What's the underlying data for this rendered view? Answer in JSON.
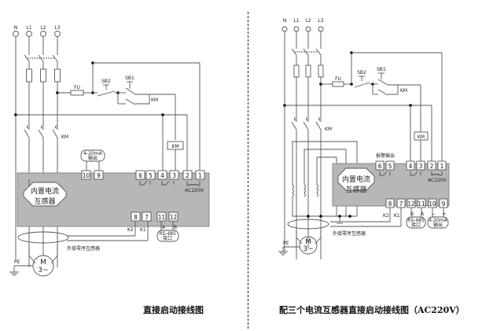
{
  "left_diagram": {
    "caption": "直接启动接线图",
    "supply_labels": [
      "N",
      "L1",
      "L2",
      "L3"
    ],
    "fuse_label": "FU",
    "stop_button": "SB2",
    "start_button": "SB1",
    "contactor_label": "KM",
    "contactor_coil_label": "KM",
    "contactor_main_label": "KM",
    "analog_output": {
      "line1": "4-20mA",
      "line2": "输出",
      "minus": "−",
      "plus": "+"
    },
    "internal_ct": {
      "line1": "内置电流",
      "line2": "互感器"
    },
    "top_terminals": [
      "10",
      "9",
      "6",
      "5",
      "4",
      "3",
      "2",
      "1"
    ],
    "bottom_terminals": [
      "8",
      "7",
      "11",
      "12"
    ],
    "power_label": "AC220V",
    "k_labels": [
      "K2",
      "K1"
    ],
    "rs485": {
      "a": "A",
      "b": "B",
      "line1": "RS-485",
      "line2": "接口"
    },
    "zero_seq_ct": "外接零序互感器",
    "motor": {
      "line1": "M",
      "line2": "3~"
    },
    "pe_label": "PE"
  },
  "right_diagram": {
    "caption": "配三个电流互感器直接启动接线图（AC220V）",
    "supply_labels": [
      "N",
      "L1",
      "L2",
      "L3"
    ],
    "fuse_label": "FU",
    "stop_button": "SB2",
    "start_button": "SB1",
    "contactor_label": "KM",
    "contactor_coil_label": "KM",
    "contactor_main_label": "KM",
    "alarm_output": "报警输出",
    "internal_ct": {
      "line1": "内置电流",
      "line2": "互感器"
    },
    "top_terminals": [
      "6",
      "5",
      "4",
      "3",
      "2",
      "1"
    ],
    "bottom_terminals": [
      "8",
      "7",
      "12",
      "11",
      "10",
      "9"
    ],
    "power_label": "AC220V",
    "k_labels": [
      "K2",
      "K1"
    ],
    "rs485": {
      "a": "A",
      "b": "B",
      "line1": "RS-485",
      "line2": "接口"
    },
    "analog_output": {
      "line1": "4-20mA",
      "line2": "输出",
      "minus": "−",
      "plus": "+"
    },
    "zero_seq_ct": "外接零序互感器",
    "motor": {
      "line1": "M",
      "line2": "3~"
    },
    "pe_label": "PE"
  }
}
